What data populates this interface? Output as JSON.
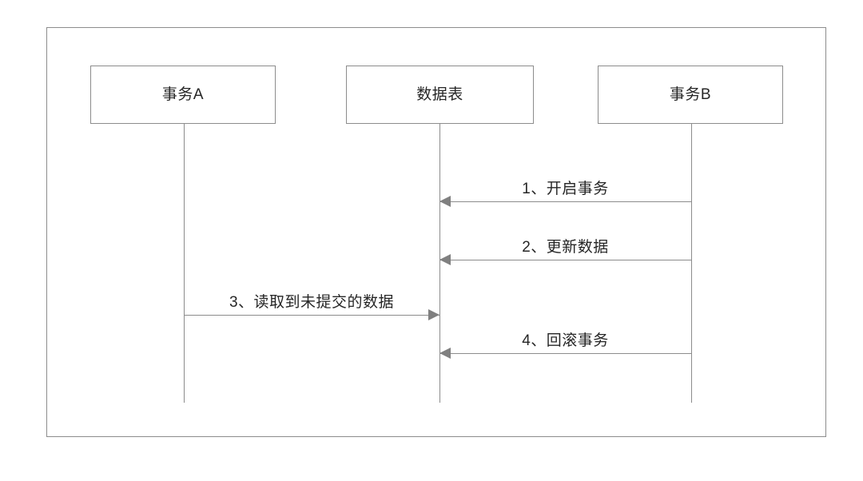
{
  "diagram": {
    "type": "uml-sequence-diagram",
    "frame": {
      "border_color": "#8c8c8c",
      "background": "#ffffff"
    },
    "line_color": "#808080",
    "text_color": "#262626",
    "participants": [
      {
        "id": "transaction-a",
        "label": "事务A"
      },
      {
        "id": "data-table",
        "label": "数据表"
      },
      {
        "id": "transaction-b",
        "label": "事务B"
      }
    ],
    "messages": [
      {
        "index": "1",
        "label": "1、开启事务",
        "from": "事务B",
        "to": "数据表",
        "direction": "right-to-left"
      },
      {
        "index": "2",
        "label": "2、更新数据",
        "from": "事务B",
        "to": "数据表",
        "direction": "right-to-left"
      },
      {
        "index": "3",
        "label": "3、读取到未提交的数据",
        "from": "事务A",
        "to": "数据表",
        "direction": "left-to-right"
      },
      {
        "index": "4",
        "label": "4、回滚事务",
        "from": "事务B",
        "to": "数据表",
        "direction": "right-to-left"
      }
    ]
  }
}
